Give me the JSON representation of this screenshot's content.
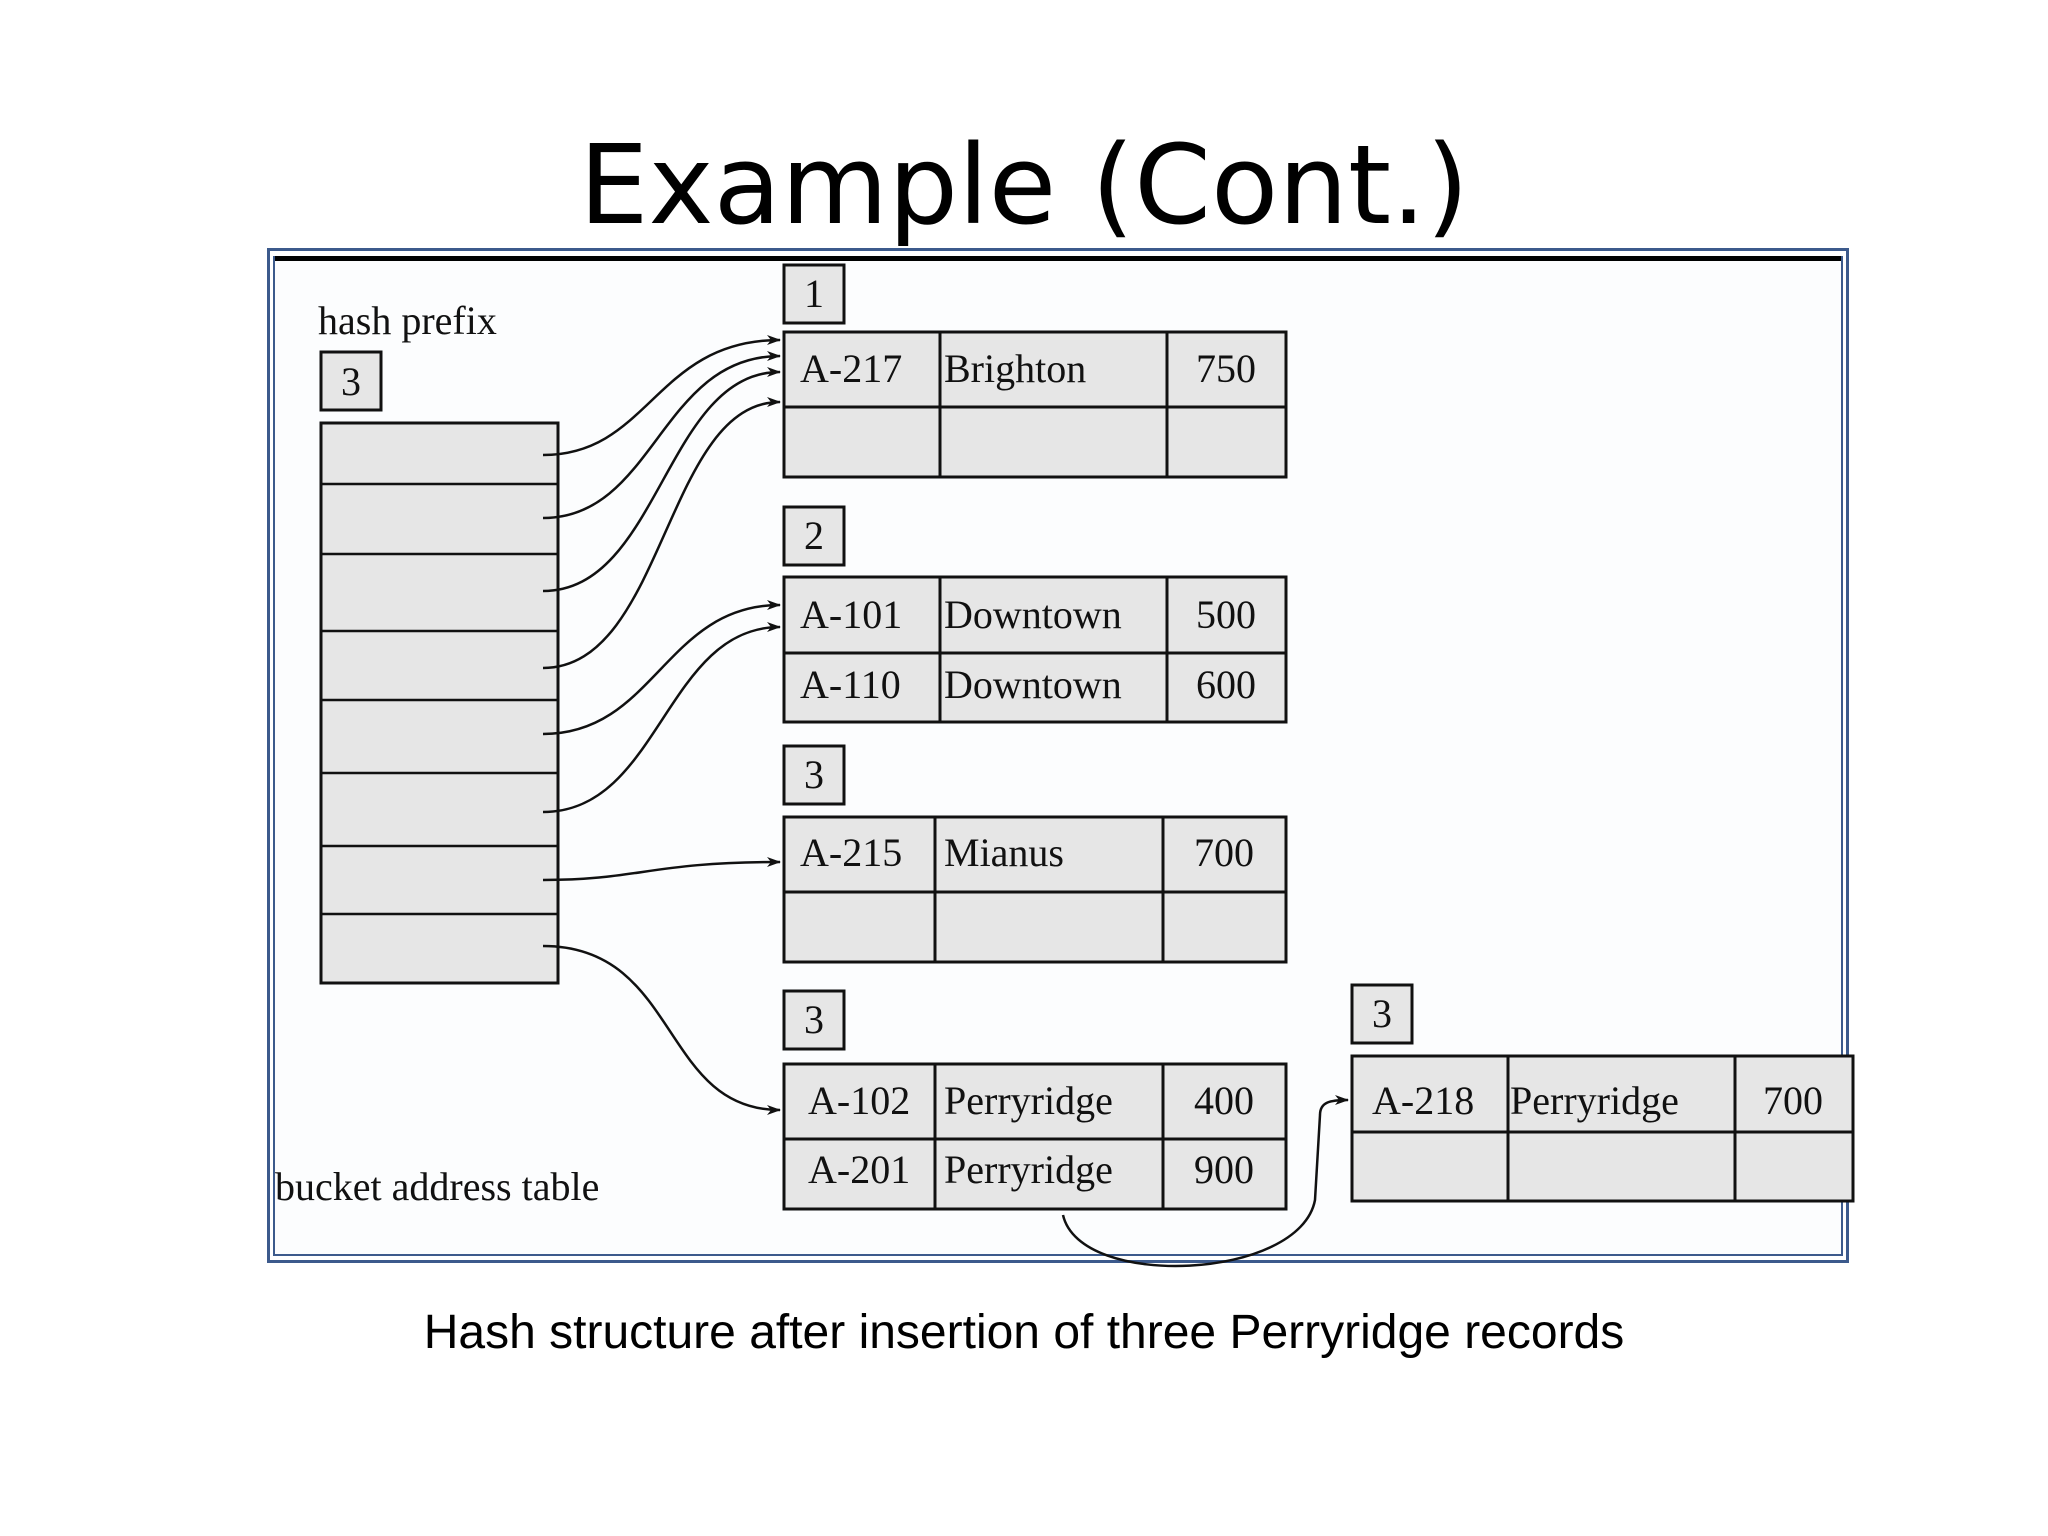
{
  "title": "Example (Cont.)",
  "caption": "Hash structure after insertion of  three Perryridge records",
  "labels": {
    "hash_prefix": "hash prefix",
    "global_depth": "3",
    "bucket_address_table": "bucket address table"
  },
  "buckets": [
    {
      "local_depth": "1",
      "rows": [
        [
          "A-217",
          "Brighton",
          "750"
        ],
        [
          "",
          "",
          ""
        ]
      ]
    },
    {
      "local_depth": "2",
      "rows": [
        [
          "A-101",
          "Downtown",
          "500"
        ],
        [
          "A-110",
          "Downtown",
          "600"
        ]
      ]
    },
    {
      "local_depth": "3",
      "rows": [
        [
          "A-215",
          "Mianus",
          "700"
        ],
        [
          "",
          "",
          ""
        ]
      ]
    },
    {
      "local_depth": "3",
      "rows": [
        [
          "A-102",
          "Perryridge",
          "400"
        ],
        [
          "A-201",
          "Perryridge",
          "900"
        ]
      ]
    },
    {
      "local_depth": "3",
      "rows": [
        [
          "A-218",
          "Perryridge",
          "700"
        ],
        [
          "",
          "",
          ""
        ]
      ]
    }
  ],
  "colors": {
    "cell_fill": "#e6e6e6",
    "frame": "#3c5a8c",
    "stroke": "#111111"
  }
}
